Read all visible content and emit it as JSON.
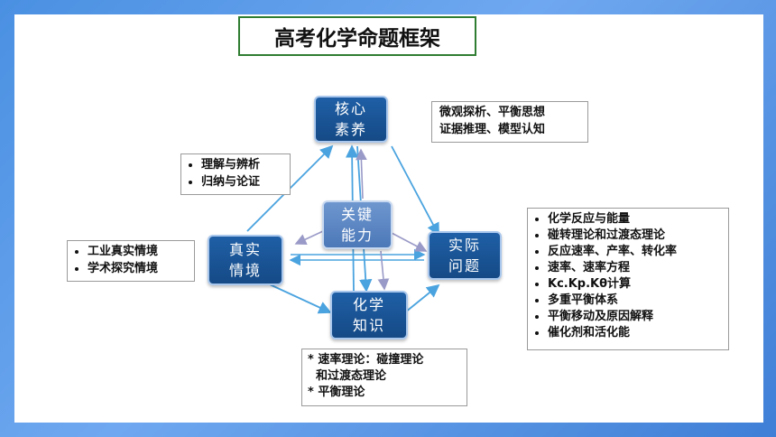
{
  "title": "高考化学命题框架",
  "nodes": {
    "core": [
      "核心",
      "素养"
    ],
    "key": [
      "关键",
      "能力"
    ],
    "real": [
      "真实",
      "情境"
    ],
    "practical": [
      "实际",
      "问题"
    ],
    "knowledge": [
      "化学",
      "知识"
    ]
  },
  "boxes": {
    "core_note": [
      "微观探析、平衡思想",
      "证据推理、模型认知"
    ],
    "understanding": [
      "理解与辨析",
      "归纳与论证"
    ],
    "situations": [
      "工业真实情境",
      "学术探究情境"
    ],
    "practical_topics": [
      "化学反应与能量",
      "碰转理论和过渡态理论",
      "反应速率、产率、转化率",
      "速率、速率方程",
      "Kc.Kp.Kθ计算",
      "多重平衡体系",
      "平衡移动及原因解释",
      "催化剂和活化能"
    ],
    "knowledge_topics": [
      "* 速率理论：碰撞理论",
      "  和过渡态理论",
      "* 平衡理论"
    ]
  },
  "colors": {
    "node_dark": "#1f5fa6",
    "node_light": "#6e97cf",
    "arrow_blue": "#4aa3df",
    "arrow_gray": "#9a9ac8",
    "title_border": "#2f7d32"
  }
}
